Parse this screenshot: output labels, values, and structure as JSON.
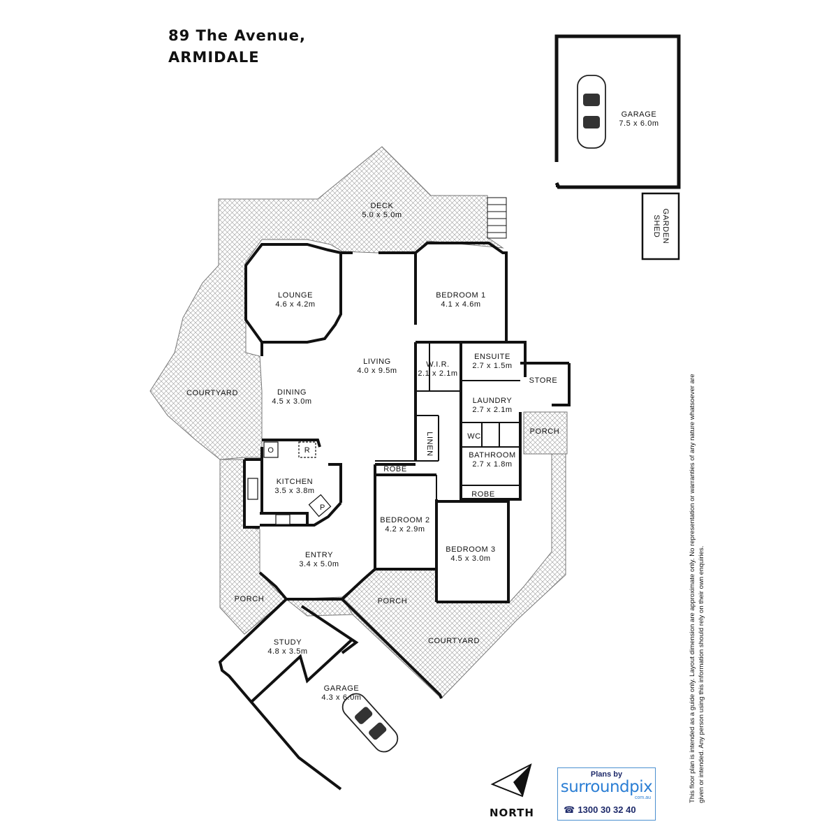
{
  "title": {
    "line1": "89 The Avenue,",
    "line2": "ARMIDALE"
  },
  "rooms": {
    "deck": {
      "name": "DECK",
      "size": "5.0 x 5.0m"
    },
    "lounge": {
      "name": "LOUNGE",
      "size": "4.6 x 4.2m"
    },
    "bedroom1": {
      "name": "BEDROOM 1",
      "size": "4.1 x 4.6m"
    },
    "living": {
      "name": "LIVING",
      "size": "4.0 x 9.5m"
    },
    "wir": {
      "name": "W.I.R.",
      "size": "2.1 x 2.1m"
    },
    "ensuite": {
      "name": "ENSUITE",
      "size": "2.7 x 1.5m"
    },
    "store": {
      "name": "STORE"
    },
    "courtyard_w": {
      "name": "COURTYARD"
    },
    "dining": {
      "name": "DINING",
      "size": "4.5 x 3.0m"
    },
    "laundry": {
      "name": "LAUNDRY",
      "size": "2.7 x 2.1m"
    },
    "porch_e": {
      "name": "PORCH"
    },
    "wc": {
      "name": "WC"
    },
    "linen": {
      "name": "LINEN"
    },
    "bathroom": {
      "name": "BATHROOM",
      "size": "2.7 x 1.8m"
    },
    "robe1": {
      "name": "ROBE"
    },
    "kitchen": {
      "name": "KITCHEN",
      "size": "3.5 x 3.8m"
    },
    "robe2": {
      "name": "ROBE"
    },
    "bedroom2": {
      "name": "BEDROOM 2",
      "size": "4.2 x 2.9m"
    },
    "bedroom3": {
      "name": "BEDROOM 3",
      "size": "4.5 x 3.0m"
    },
    "entry": {
      "name": "ENTRY",
      "size": "3.4 x 5.0m"
    },
    "porch_w": {
      "name": "PORCH"
    },
    "porch_s": {
      "name": "PORCH"
    },
    "courtyard_s": {
      "name": "COURTYARD"
    },
    "study": {
      "name": "STUDY",
      "size": "4.8 x 3.5m"
    },
    "garage": {
      "name": "GARAGE",
      "size": "4.3 x 6.0m"
    },
    "garage_detached": {
      "name": "GARAGE",
      "size": "7.5 x 6.0m"
    },
    "garden_shed": {
      "name": "GARDEN\nSHED",
      "line1": "GARDEN",
      "line2": "SHED"
    }
  },
  "fixtures": {
    "oven": "O",
    "fridge": "R",
    "pantry": "P"
  },
  "disclaimer": "This floor plan is intended as a guide only. Layout dimension are approximate only. No representation or warranties of any nature whatsoever are given or intended. Any person using this information should rely on their own enquiries.",
  "logo": {
    "by": "Plans by",
    "brand": "surroundpix",
    "sub": "com.au",
    "phone": "1300 30 32 40",
    "phone_icon": "☎"
  },
  "compass": {
    "label": "NORTH",
    "icon": "north-arrow-icon"
  },
  "colors": {
    "wall": "#111111",
    "hatch": "#9a9a9a",
    "brand_blue": "#2b7ed4",
    "brand_navy": "#1e2a6a"
  }
}
